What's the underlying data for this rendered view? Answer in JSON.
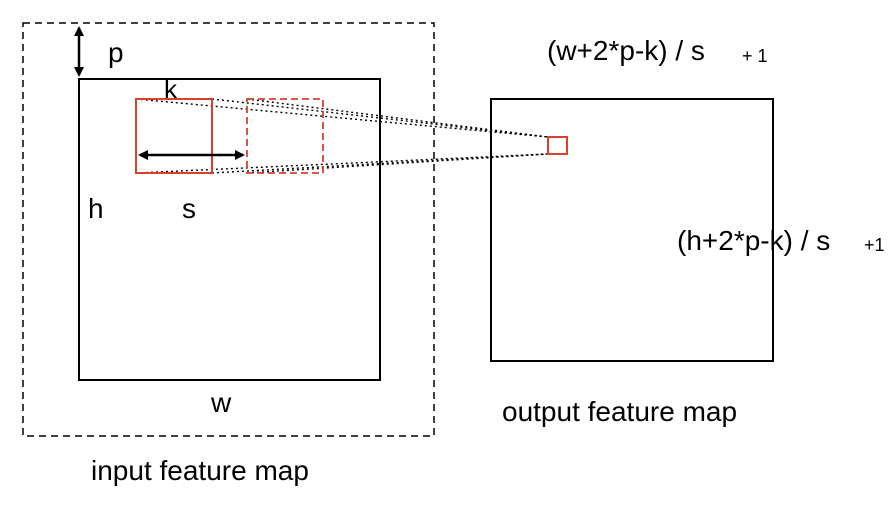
{
  "input": {
    "caption": "input feature map",
    "padding_label": "p",
    "kernel_label": "k",
    "height_label": "h",
    "stride_label": "s",
    "width_label": "w"
  },
  "output": {
    "caption": "output feature map",
    "width_formula": "(w+2*p-k) / s",
    "width_formula_suffix": "+ 1",
    "height_formula": "(h+2*p-k) / s",
    "height_formula_suffix": "+1"
  },
  "colors": {
    "stroke": "#000000",
    "kernel": "#d9412b",
    "background": "#ffffff"
  }
}
